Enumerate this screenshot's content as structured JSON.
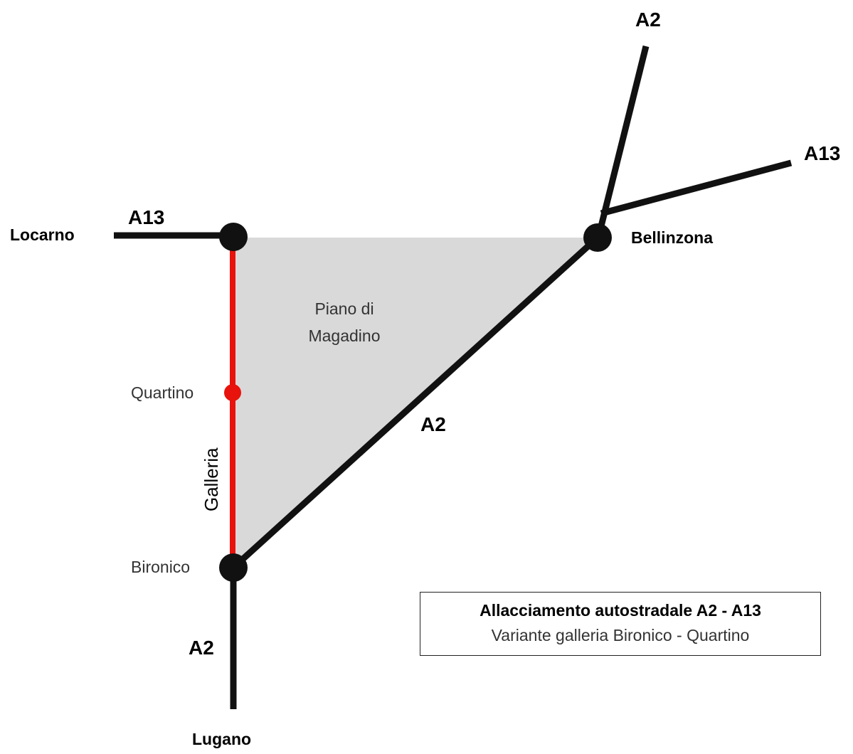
{
  "labels": {
    "a2_top": "A2",
    "a13_right": "A13",
    "a13_left": "A13",
    "a2_diagonal": "A2",
    "a2_bottom": "A2",
    "locarno": "Locarno",
    "bellinzona": "Bellinzona",
    "lugano": "Lugano",
    "quartino": "Quartino",
    "bironico": "Bironico",
    "galleria": "Galleria",
    "area_line1": "Piano di",
    "area_line2": "Magadino"
  },
  "legend": {
    "title": "Allacciamento autostradale A2 - A13",
    "subtitle": "Variante galleria Bironico - Quartino"
  },
  "colors": {
    "road": "#111111",
    "tunnel": "#e8130c",
    "area": "#d9d9d9"
  }
}
